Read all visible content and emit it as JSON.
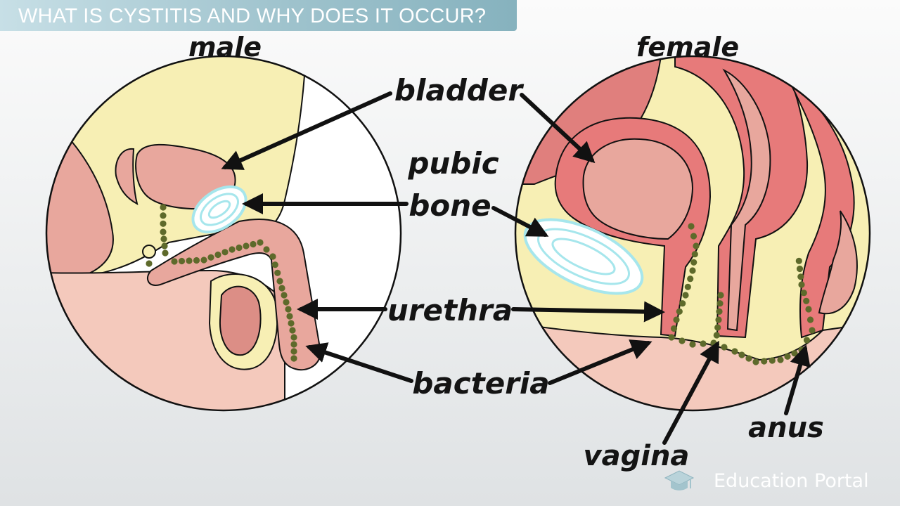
{
  "header": {
    "title": "WHAT IS CYSTITIS AND WHY DOES IT OCCUR?"
  },
  "labels": {
    "male": "male",
    "female": "female",
    "bladder": "bladder",
    "pubic": "pubic",
    "bone": "bone",
    "urethra": "urethra",
    "bacteria": "bacteria",
    "vagina": "vagina",
    "anus": "anus"
  },
  "branding": {
    "text": "Education Portal",
    "icon": "graduation-cap-icon"
  },
  "colors": {
    "title_bar": "#9fc3cd",
    "skin_pale": "#f7efb4",
    "tissue_pink": "#e8a79d",
    "tissue_red": "#e77a7a",
    "pubic_bone": "#a6e6ec",
    "bacteria": "#5e6a2b"
  }
}
